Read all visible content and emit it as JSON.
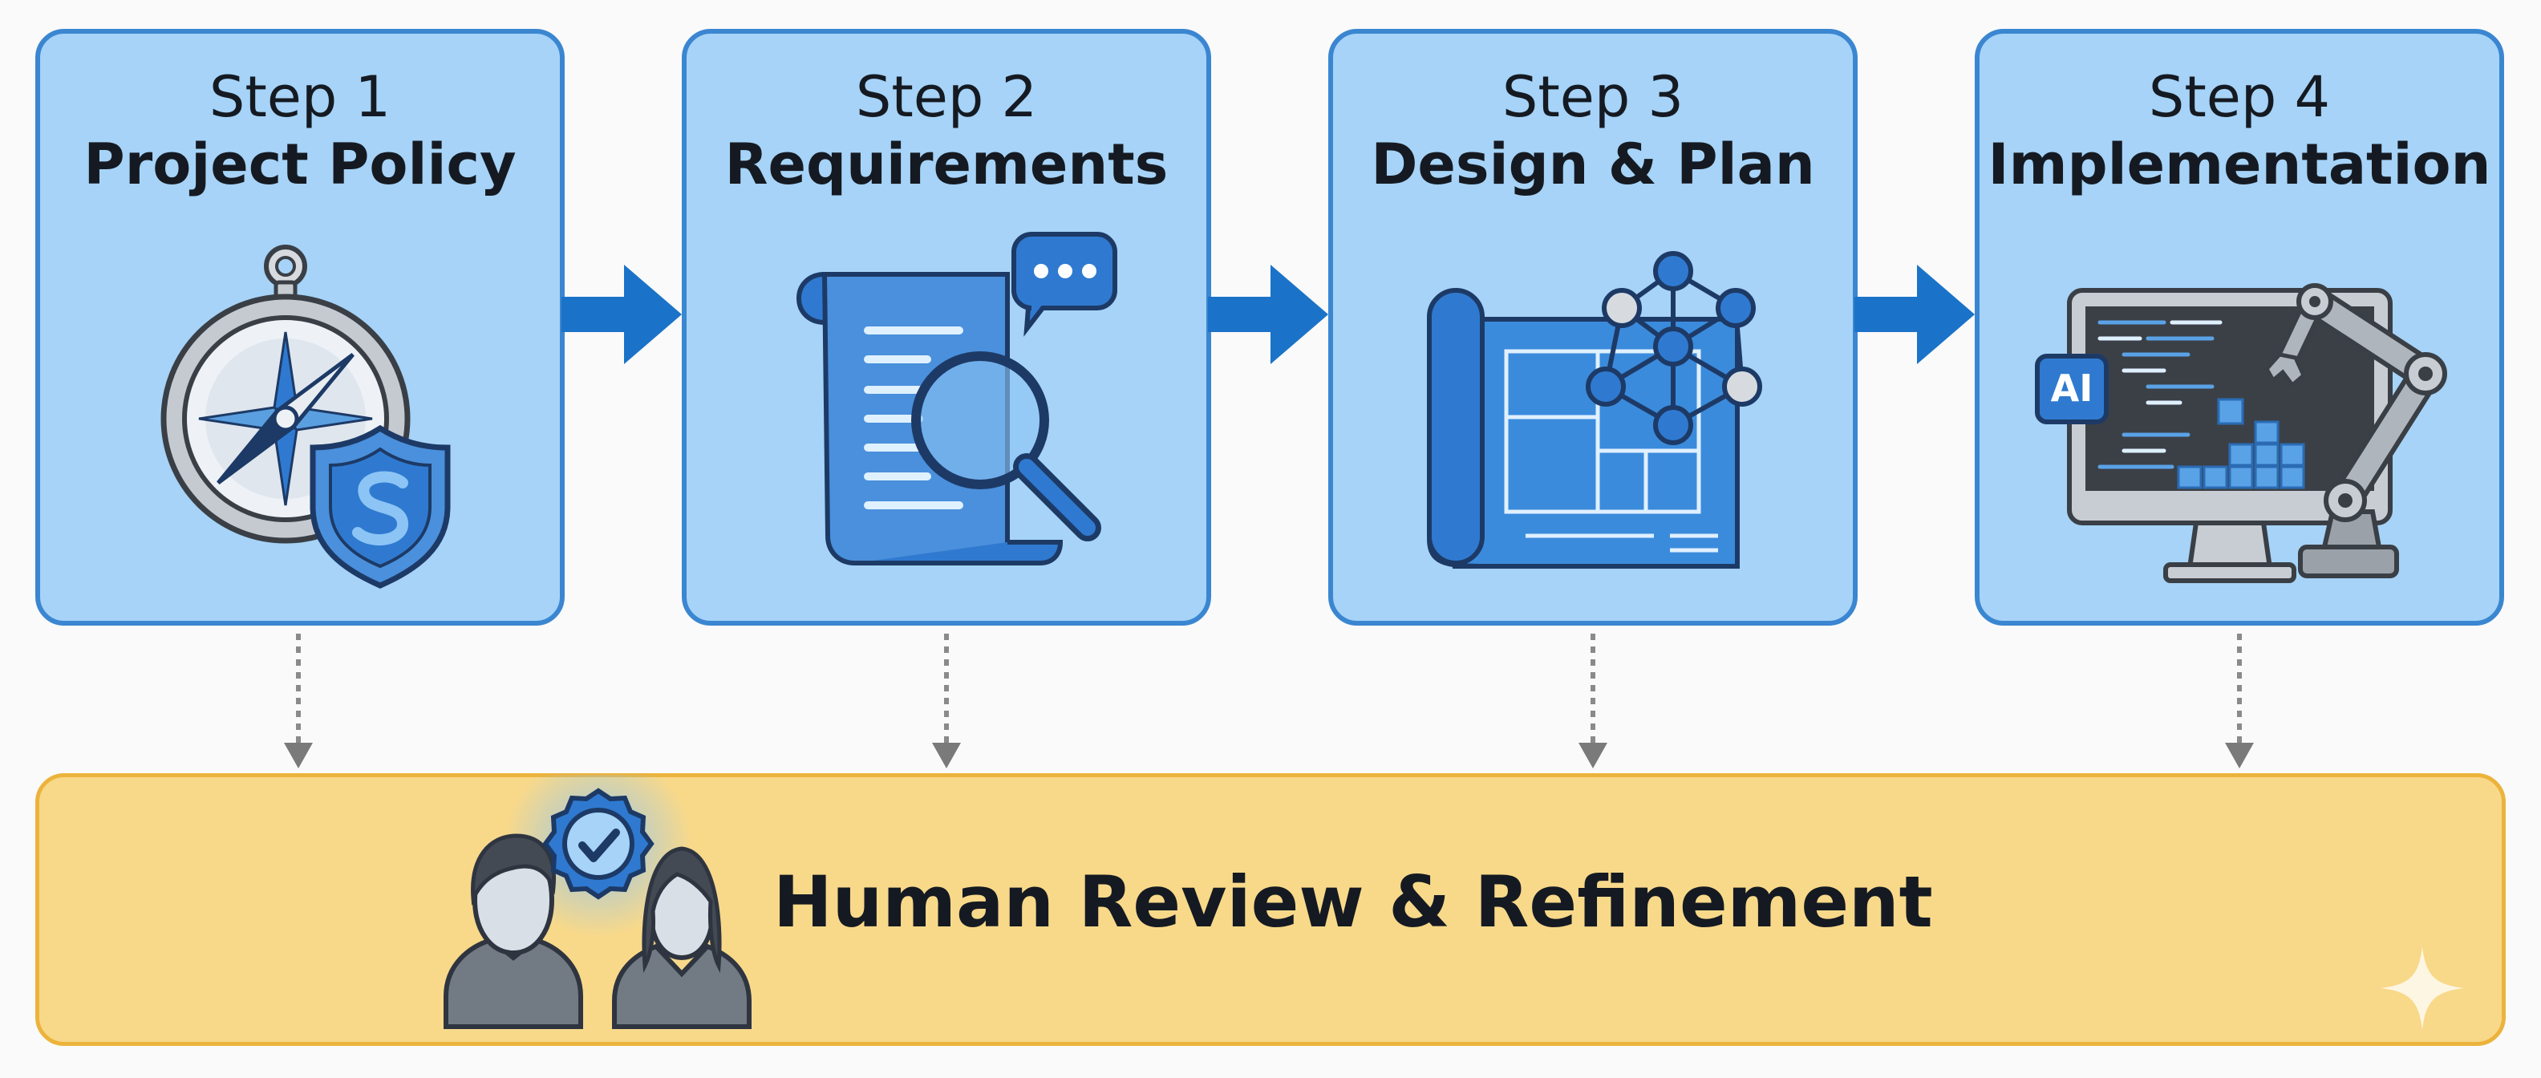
{
  "steps": [
    {
      "number": "Step 1",
      "title": "Project Policy",
      "icon": "compass-shield-icon"
    },
    {
      "number": "Step 2",
      "title": "Requirements",
      "icon": "document-search-icon"
    },
    {
      "number": "Step 3",
      "title": "Design & Plan",
      "icon": "blueprint-network-icon"
    },
    {
      "number": "Step 4",
      "title": "Implementation",
      "icon": "ai-robot-arm-icon"
    }
  ],
  "review": {
    "title": "Human Review & Refinement",
    "icon": "people-approval-icon"
  },
  "icons": {
    "ai_badge": "AI"
  },
  "colors": {
    "step_fill": "#a6d3f7",
    "step_border": "#3b86d1",
    "arrow": "#1a73c8",
    "review_fill": "#f8d98a",
    "review_border": "#ecb33c",
    "connector": "#8a8a8a"
  }
}
